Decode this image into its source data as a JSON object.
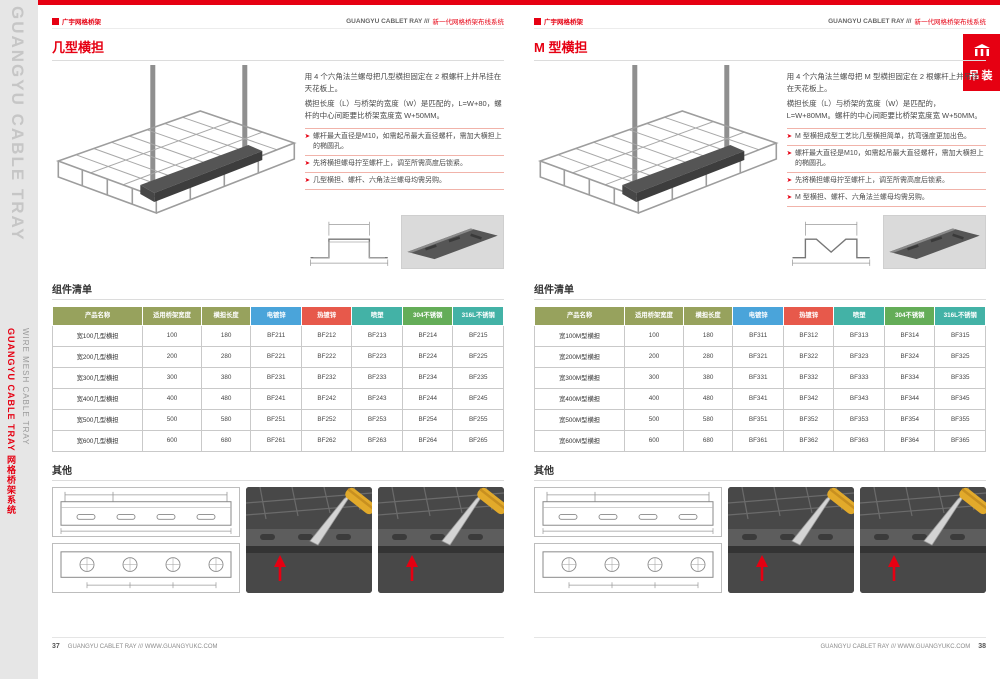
{
  "ui": {
    "bullet_icon": "➤",
    "accent_red": "#e60012"
  },
  "sidebar": {
    "vertical_title": "GUANGYU CABLE TRAY",
    "vertical_red": "GUANGYU CABLE TRAY 网格桥架系统",
    "vertical_gray": "WIRE MESH CABLE TRAY"
  },
  "corner_tab": {
    "label": "吊装"
  },
  "pages": [
    {
      "header": {
        "left_brand": "广宇网格桥架",
        "right_brand": "GUANGYU CABLET RAY ///",
        "right_tagline": "新一代网格桥架布线系统"
      },
      "section_title": "几型横担",
      "intro": [
        "用 4 个六角法兰螺母把几型横担固定在 2 根螺杆上并吊挂在天花板上。",
        "横担长度（L）与桥架的宽度（W）是匹配的，L=W+80，螺杆的中心间距要比桥架宽度宽 W+50MM。"
      ],
      "bullets": [
        "螺杆最大直径是M10，如需起吊最大直径螺杆，需加大横担上的椭圆孔。",
        "先将横担螺母拧至螺杆上，调至所需高度后锁紧。",
        "几型横担、螺杆、六角法兰螺母均需另购。"
      ],
      "table_title": "组件清单",
      "table": {
        "headers": [
          {
            "label": "产品名称",
            "color": "#97a25d"
          },
          {
            "label": "适用桥架宽度",
            "color": "#97a25d"
          },
          {
            "label": "横担长度",
            "color": "#97a25d"
          },
          {
            "label": "电镀锌",
            "color": "#4aa4da"
          },
          {
            "label": "热镀锌",
            "color": "#e7594b"
          },
          {
            "label": "喷塑",
            "color": "#43b2a6"
          },
          {
            "label": "304不锈钢",
            "color": "#64ad58"
          },
          {
            "label": "316L不锈钢",
            "color": "#43b2a6"
          }
        ],
        "rows": [
          [
            "宽100几型横担",
            "100",
            "180",
            "BF211",
            "BF212",
            "BF213",
            "BF214",
            "BF215"
          ],
          [
            "宽200几型横担",
            "200",
            "280",
            "BF221",
            "BF222",
            "BF223",
            "BF224",
            "BF225"
          ],
          [
            "宽300几型横担",
            "300",
            "380",
            "BF231",
            "BF232",
            "BF233",
            "BF234",
            "BF235"
          ],
          [
            "宽400几型横担",
            "400",
            "480",
            "BF241",
            "BF242",
            "BF243",
            "BF244",
            "BF245"
          ],
          [
            "宽500几型横担",
            "500",
            "580",
            "BF251",
            "BF252",
            "BF253",
            "BF254",
            "BF255"
          ],
          [
            "宽600几型横担",
            "600",
            "680",
            "BF261",
            "BF262",
            "BF263",
            "BF264",
            "BF265"
          ]
        ]
      },
      "other_title": "其他",
      "footer": {
        "brand": "GUANGYU CABLET RAY /// WWW.GUANGYUKC.COM",
        "page": "37"
      }
    },
    {
      "header": {
        "left_brand": "广宇网格桥架",
        "right_brand": "GUANGYU CABLET RAY ///",
        "right_tagline": "新一代网格桥架布线系统"
      },
      "section_title": "M 型横担",
      "intro": [
        "用 4 个六角法兰螺母把 M 型横担固定在 2 根螺杆上并吊挂在天花板上。",
        "横担长度（L）与桥架的宽度（W）是匹配的，L=W+80MM。螺杆的中心间距要比桥架宽度宽 W+50MM。"
      ],
      "bullets": [
        "M 型横担成型工艺比几型横担简单，抗弯强度更加出色。",
        "螺杆最大直径是M10，如需起吊最大直径螺杆，需加大横担上的椭圆孔。",
        "先将横担螺母拧至螺杆上，调至所需高度后锁紧。",
        "M 型横担、螺杆、六角法兰螺母均需另购。"
      ],
      "table_title": "组件清单",
      "table": {
        "headers": [
          {
            "label": "产品名称",
            "color": "#97a25d"
          },
          {
            "label": "适用桥架宽度",
            "color": "#97a25d"
          },
          {
            "label": "横担长度",
            "color": "#97a25d"
          },
          {
            "label": "电镀锌",
            "color": "#4aa4da"
          },
          {
            "label": "热镀锌",
            "color": "#e7594b"
          },
          {
            "label": "喷塑",
            "color": "#43b2a6"
          },
          {
            "label": "304不锈钢",
            "color": "#64ad58"
          },
          {
            "label": "316L不锈钢",
            "color": "#43b2a6"
          }
        ],
        "rows": [
          [
            "宽100M型横担",
            "100",
            "180",
            "BF311",
            "BF312",
            "BF313",
            "BF314",
            "BF315"
          ],
          [
            "宽200M型横担",
            "200",
            "280",
            "BF321",
            "BF322",
            "BF323",
            "BF324",
            "BF325"
          ],
          [
            "宽300M型横担",
            "300",
            "380",
            "BF331",
            "BF332",
            "BF333",
            "BF334",
            "BF335"
          ],
          [
            "宽400M型横担",
            "400",
            "480",
            "BF341",
            "BF342",
            "BF343",
            "BF344",
            "BF345"
          ],
          [
            "宽500M型横担",
            "500",
            "580",
            "BF351",
            "BF352",
            "BF353",
            "BF354",
            "BF355"
          ],
          [
            "宽600M型横担",
            "600",
            "680",
            "BF361",
            "BF362",
            "BF363",
            "BF364",
            "BF365"
          ]
        ]
      },
      "other_title": "其他",
      "footer": {
        "brand": "GUANGYU CABLET RAY /// WWW.GUANGYUKC.COM",
        "page": "38"
      }
    }
  ]
}
